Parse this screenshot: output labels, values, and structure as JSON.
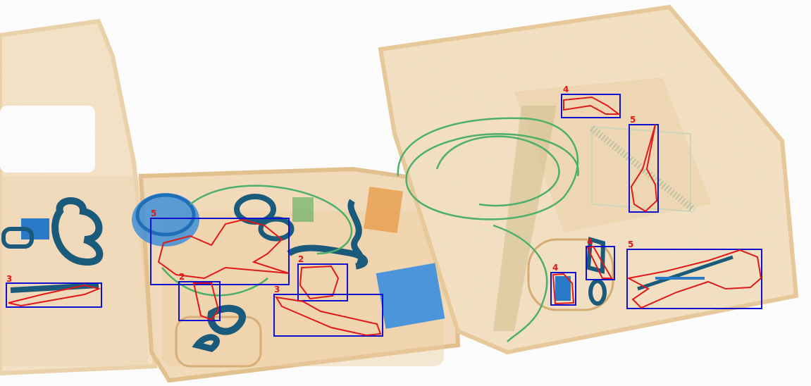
{
  "image": {
    "kind": "x-ray baggage scan with detection annotations",
    "background": "#ffffff",
    "colors": {
      "container_fill": "#f4dfc0",
      "container_edge": "#e8c896",
      "organic_blue": "#1f6fb8",
      "metal_teal": "#1a5a7a",
      "cable_green": "#4caf6a",
      "box_orange": "#e8a050",
      "bbox_stroke": "#1010d0",
      "outline_stroke": "#e01818"
    }
  },
  "detections": [
    {
      "label": "3"
    },
    {
      "label": "5"
    },
    {
      "label": "2"
    },
    {
      "label": "2"
    },
    {
      "label": "3"
    },
    {
      "label": "4"
    },
    {
      "label": "5"
    },
    {
      "label": "4"
    },
    {
      "label": "4"
    },
    {
      "label": "5"
    }
  ]
}
